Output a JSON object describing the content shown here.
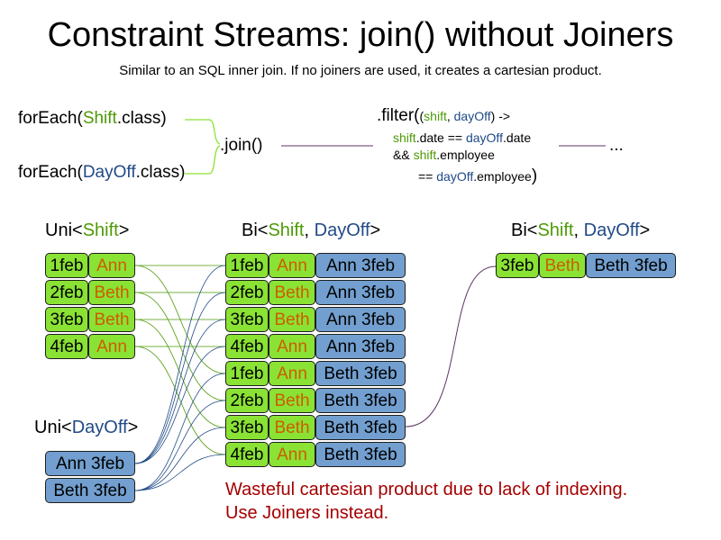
{
  "title": "Constraint Streams: join() without Joiners",
  "subtitle": "Similar to an SQL inner join. If no joiners are used, it creates a cartesian product.",
  "code": {
    "foreach_shift": {
      "prefix": "forEach(",
      "type": "Shift",
      "suffix": ".class)"
    },
    "foreach_dayoff": {
      "prefix": "forEach(",
      "type": "DayOff",
      "suffix": ".class)"
    },
    "join": ".join()",
    "filter": {
      "open": ".filter(",
      "paren": "(",
      "arg1": "shift",
      "comma": ", ",
      "arg2": "dayOff",
      "arrow": ") ->",
      "l2_a": "shift",
      "l2_b": ".date == ",
      "l2_c": "dayOff",
      "l2_d": ".date",
      "l3_a": "&& ",
      "l3_b": "shift",
      "l3_c": ".employee",
      "l4_a": "== ",
      "l4_b": "dayOff",
      "l4_c": ".employee",
      "close": ")"
    },
    "ellipsis": "..."
  },
  "headings": {
    "uni_shift": {
      "prefix": "Uni<",
      "t1": "Shift",
      "suffix": ">"
    },
    "uni_dayoff": {
      "prefix": "Uni<",
      "t1": "DayOff",
      "suffix": ">"
    },
    "bi_mid": {
      "prefix": "Bi<",
      "t1": "Shift",
      "sep": ", ",
      "t2": "DayOff",
      "suffix": ">"
    },
    "bi_right": {
      "prefix": "Bi<",
      "t1": "Shift",
      "sep": ", ",
      "t2": "DayOff",
      "suffix": ">"
    }
  },
  "shifts": [
    {
      "date": "1feb",
      "employee": "Ann"
    },
    {
      "date": "2feb",
      "employee": "Beth"
    },
    {
      "date": "3feb",
      "employee": "Beth"
    },
    {
      "date": "4feb",
      "employee": "Ann"
    }
  ],
  "dayoffs": [
    {
      "label": "Ann 3feb"
    },
    {
      "label": "Beth 3feb"
    }
  ],
  "bi_rows": [
    {
      "date": "1feb",
      "employee": "Ann",
      "dayoff": "Ann 3feb"
    },
    {
      "date": "2feb",
      "employee": "Beth",
      "dayoff": "Ann 3feb"
    },
    {
      "date": "3feb",
      "employee": "Beth",
      "dayoff": "Ann 3feb"
    },
    {
      "date": "4feb",
      "employee": "Ann",
      "dayoff": "Ann 3feb"
    },
    {
      "date": "1feb",
      "employee": "Ann",
      "dayoff": "Beth 3feb"
    },
    {
      "date": "2feb",
      "employee": "Beth",
      "dayoff": "Beth 3feb"
    },
    {
      "date": "3feb",
      "employee": "Beth",
      "dayoff": "Beth 3feb"
    },
    {
      "date": "4feb",
      "employee": "Ann",
      "dayoff": "Beth 3feb"
    }
  ],
  "result_row": {
    "date": "3feb",
    "employee": "Beth",
    "dayoff": "Beth 3feb"
  },
  "warning": {
    "line1": "Wasteful cartesian product due to lack of indexing.",
    "line2": "Use Joiners instead."
  },
  "colors": {
    "shift_green": "#8ae234",
    "dayoff_blue": "#729fcf",
    "employee_orange": "#ce5c00",
    "type_green": "#4e9a06",
    "type_blue": "#204a87",
    "warning_red": "#a40000",
    "pipe_purple": "#5c3566"
  }
}
